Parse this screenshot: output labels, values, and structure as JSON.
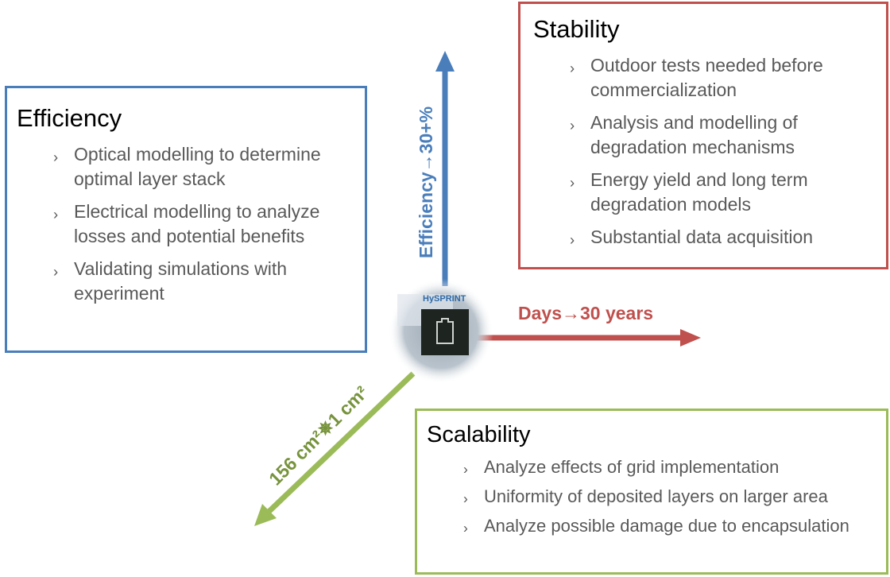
{
  "efficiency": {
    "title": "Efficiency",
    "items": [
      "Optical modelling to determine optimal layer stack",
      "Electrical modelling to analyze losses and potential benefits",
      "Validating simulations with experiment"
    ]
  },
  "stability": {
    "title": "Stability",
    "items": [
      "Outdoor tests needed before commercialization",
      "Analysis and modelling of degradation mechanisms",
      "Energy yield and long term degradation models",
      "Substantial data acquisition"
    ]
  },
  "scalability": {
    "title": "Scalability",
    "items": [
      "Analyze effects of grid implementation",
      "Uniformity of deposited layers on larger area",
      "Analyze possible damage due to encapsulation"
    ]
  },
  "axes": {
    "efficiency_label": "Efficiency→30+%",
    "stability_label": "Days→30 years",
    "scalability_label": "156 cm²✵1 cm²"
  },
  "photo": {
    "logo_text": "HySPRINT"
  },
  "bullet": "›",
  "colors": {
    "blue": "#4a7ebb",
    "red": "#c0504d",
    "green": "#9bbb59",
    "text": "#595959"
  }
}
